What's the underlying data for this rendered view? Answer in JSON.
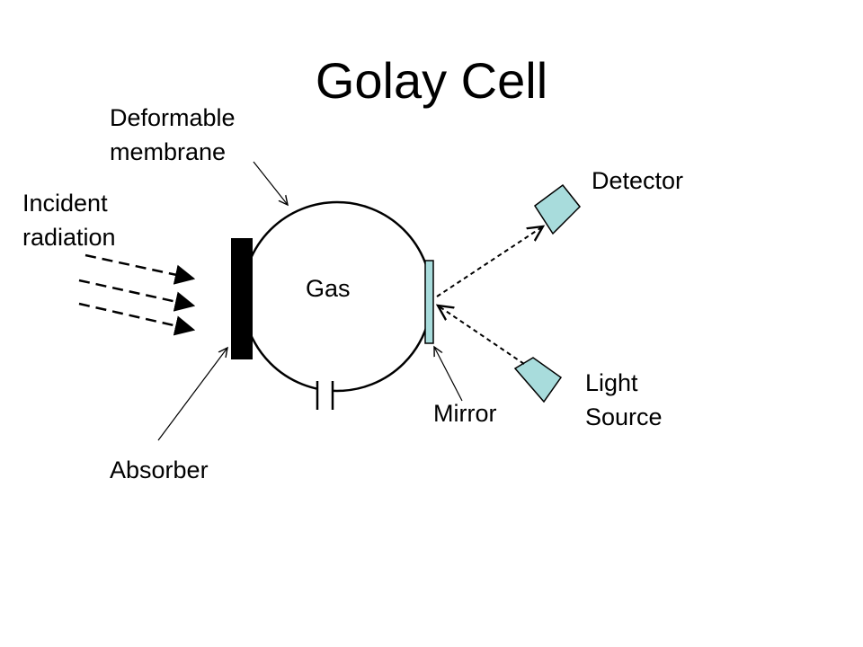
{
  "title": "Golay Cell",
  "labels": {
    "membrane": [
      "Deformable",
      "membrane"
    ],
    "incident": [
      "Incident",
      "radiation"
    ],
    "gas": "Gas",
    "detector": "Detector",
    "light_source": [
      "Light",
      "Source"
    ],
    "mirror": "Mirror",
    "absorber": "Absorber"
  },
  "colors": {
    "component_fill": "#a8dcdc",
    "line": "#000000",
    "background": "#ffffff"
  }
}
